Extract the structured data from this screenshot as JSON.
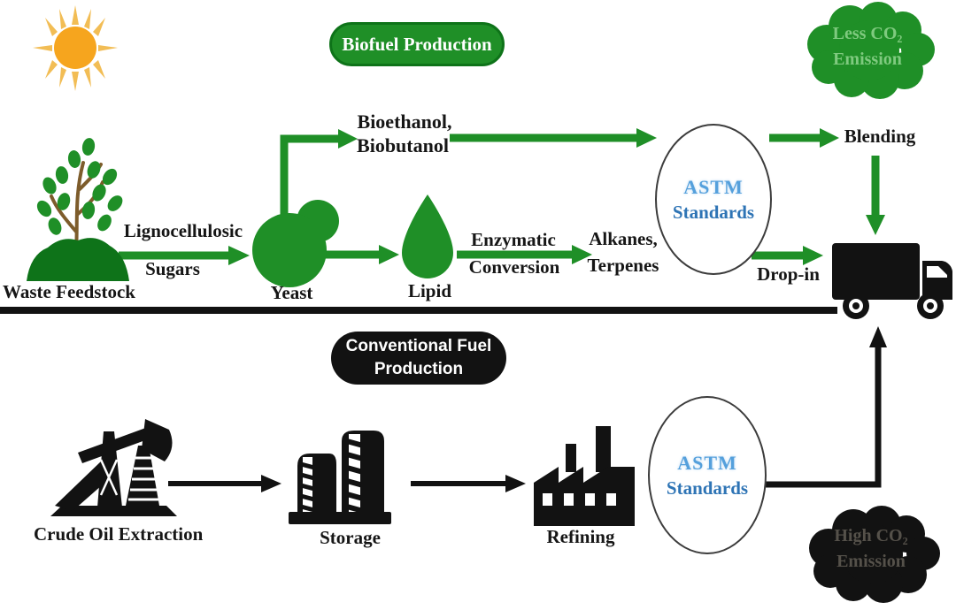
{
  "colors": {
    "green": "#1f8f27",
    "green_dark": "#0e7319",
    "ink": "#121212",
    "astm_blue_light": "#55a0dc",
    "astm_blue_dark": "#2e74b5",
    "sun_core": "#f6a51e",
    "sun_ray": "#f2bd55",
    "stem_brown": "#7d5c2b",
    "cloud_green_text": "#7fca7f",
    "cloud_dark_text": "#55514a"
  },
  "icons": {
    "sun": "sun-icon",
    "plant": "waste-feedstock-plant-icon",
    "yeast": "yeast-cell-icon",
    "lipid": "lipid-droplet-icon",
    "truck": "fuel-truck-icon",
    "pumpjack": "oil-pumpjack-icon",
    "tanks": "storage-tanks-icon",
    "refinery": "refinery-factory-icon",
    "cloud_green": "less-co2-cloud-icon",
    "cloud_black": "high-co2-cloud-icon"
  },
  "biofuel": {
    "pill": "Biofuel Production",
    "waste_feedstock": "Waste Feedstock",
    "lignocellulosic": "Lignocellulosic",
    "sugars": "Sugars",
    "yeast": "Yeast",
    "lipid": "Lipid",
    "bioethanol": "Bioethanol,",
    "biobutanol": "Biobutanol",
    "enzymatic": "Enzymatic",
    "conversion": "Conversion",
    "alkanes": "Alkanes,",
    "terpenes": "Terpenes",
    "astm": {
      "line1": "ASTM",
      "line2": "Standards"
    },
    "blending": "Blending",
    "drop_in": "Drop-in",
    "less_co2": {
      "line1": "Less CO₂",
      "line2": "Emission"
    }
  },
  "conventional": {
    "pill_line1": "Conventional Fuel",
    "pill_line2": "Production",
    "crude_oil_extraction": "Crude Oil Extraction",
    "storage": "Storage",
    "refining": "Refining",
    "astm": {
      "line1": "ASTM",
      "line2": "Standards"
    },
    "high_co2": {
      "line1": "High CO₂",
      "line2": "Emission"
    }
  }
}
